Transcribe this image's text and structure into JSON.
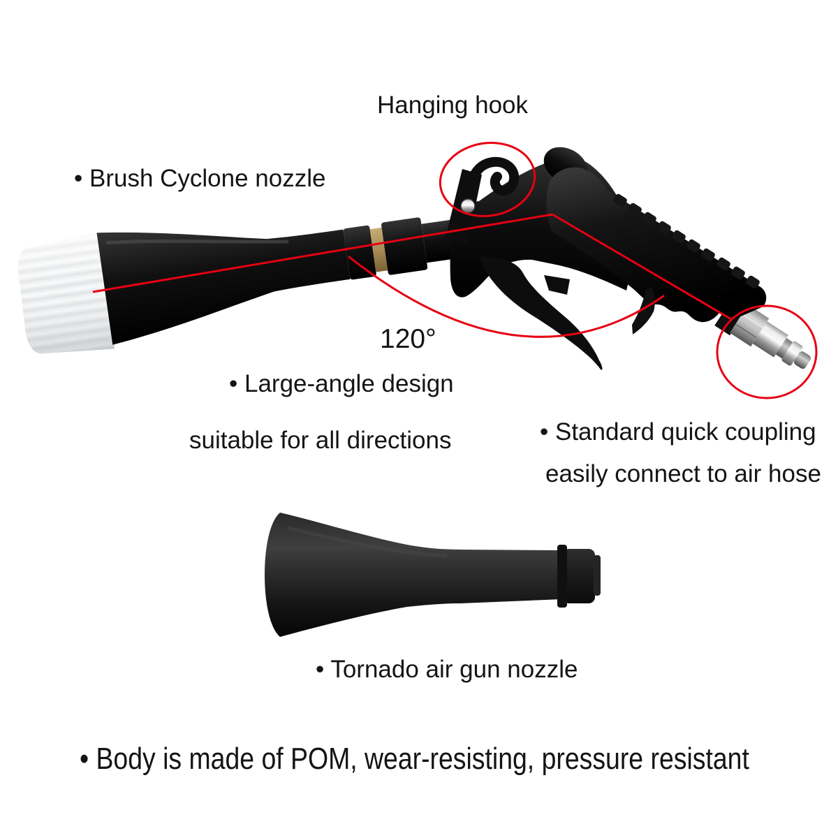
{
  "colors": {
    "background": "#ffffff",
    "annotation_red": "#e60012",
    "product_black": "#111111",
    "brass_ring": "#a88c58",
    "metal_silver": "#cccccc",
    "brush_white": "#f2f2f2"
  },
  "labels": {
    "hanging_hook": "Hanging hook",
    "brush_cyclone_nozzle": "• Brush Cyclone nozzle",
    "angle_value": "120°",
    "large_angle_line1": "• Large-angle design",
    "large_angle_line2": "suitable for all directions",
    "quick_coupling_line1": "• Standard quick coupling",
    "quick_coupling_line2": "easily connect to air hose",
    "tornado_nozzle": "• Tornado air gun nozzle",
    "body_material": "• Body is made of POM, wear-resisting, pressure resistant"
  }
}
